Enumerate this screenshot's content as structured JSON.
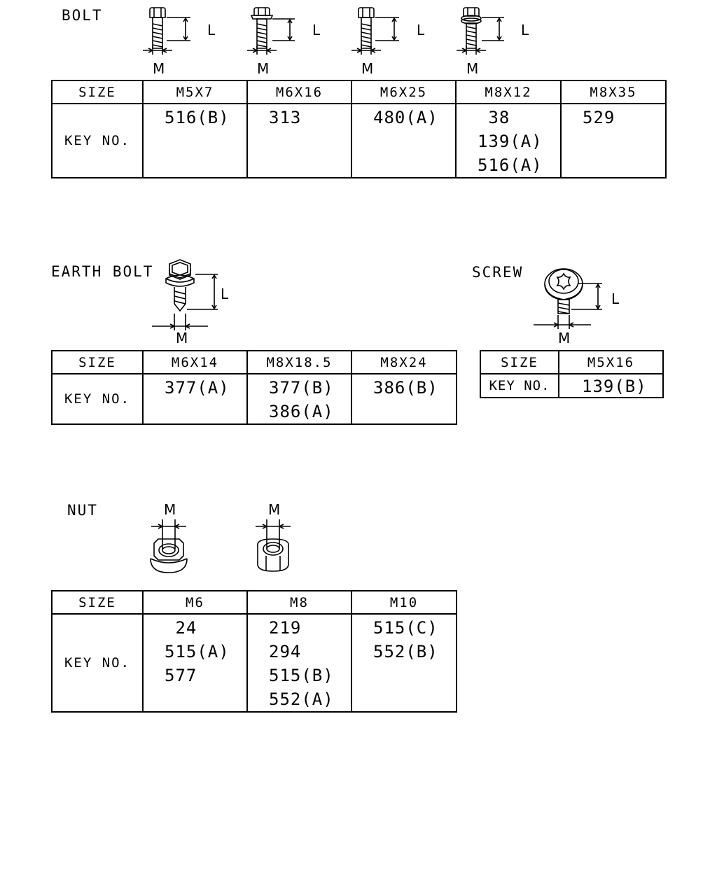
{
  "dimension_letters": {
    "length": "L",
    "diameter": "M"
  },
  "bolt": {
    "title": "BOLT",
    "header_label": "SIZE",
    "key_label": "KEY NO.",
    "columns": [
      {
        "size": "M5X7",
        "keys": [
          "516(B)"
        ]
      },
      {
        "size": "M6X16",
        "keys": [
          "313"
        ]
      },
      {
        "size": "M6X25",
        "keys": [
          "480(A)"
        ]
      },
      {
        "size": "M8X12",
        "keys": [
          " 38",
          "139(A)",
          "516(A)"
        ]
      },
      {
        "size": "M8X35",
        "keys": [
          "529"
        ]
      }
    ]
  },
  "earth_bolt": {
    "title": "EARTH BOLT",
    "header_label": "SIZE",
    "key_label": "KEY NO.",
    "columns": [
      {
        "size": "M6X14",
        "keys": [
          "377(A)"
        ]
      },
      {
        "size": "M8X18.5",
        "keys": [
          "377(B)",
          "386(A)"
        ]
      },
      {
        "size": "M8X24",
        "keys": [
          "386(B)"
        ]
      }
    ]
  },
  "screw": {
    "title": "SCREW",
    "header_label": "SIZE",
    "key_label": "KEY NO.",
    "columns": [
      {
        "size": "M5X16",
        "keys": [
          "139(B)"
        ]
      }
    ]
  },
  "nut": {
    "title": "NUT",
    "header_label": "SIZE",
    "key_label": "KEY NO.",
    "columns": [
      {
        "size": "M6",
        "keys": [
          " 24",
          "515(A)",
          "577"
        ]
      },
      {
        "size": "M8",
        "keys": [
          "219",
          "294",
          "515(B)",
          "552(A)"
        ]
      },
      {
        "size": "M10",
        "keys": [
          "515(C)",
          "552(B)"
        ]
      }
    ]
  }
}
